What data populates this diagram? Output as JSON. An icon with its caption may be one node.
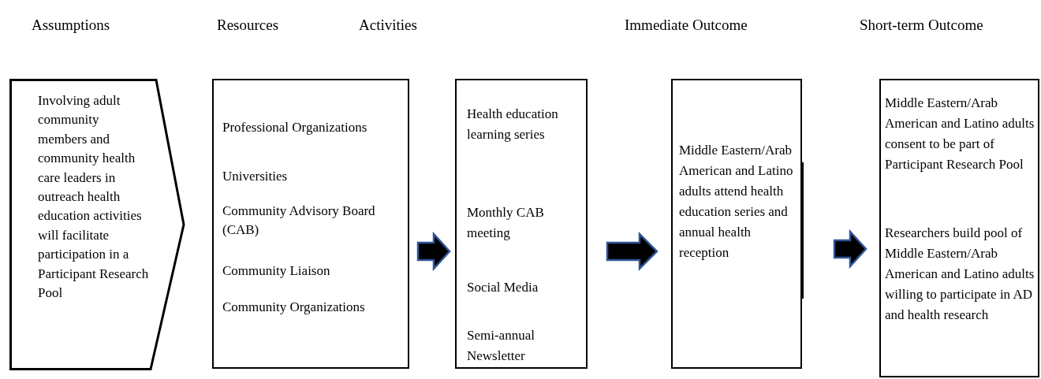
{
  "diagram": {
    "nodes": [
      {
        "text": [
          "Involving adult community members and community health care leaders in outreach health education activities will facilitate participation in a Participant Research Pool"
        ]
      },
      {
        "text": [
          "Professional Organizations",
          "Universities",
          "Community Advisory Board (CAB)",
          "Community Liaison",
          "Community Organizations"
        ]
      },
      {
        "text": [
          "Health education learning series",
          "Monthly CAB meeting",
          "Social Media",
          "Semi-annual Newsletter"
        ]
      },
      {
        "text": [
          "Middle Eastern/Arab American and Latino adults attend  health education series and annual health reception"
        ]
      },
      {
        "text": [
          "Middle Eastern/Arab American and Latino adults consent to be part of Participant Research Pool",
          "Researchers build pool of Middle Eastern/Arab American and Latino adults willing to participate in AD and health research"
        ]
      }
    ],
    "edges": [
      {
        "from": 1,
        "to": 2,
        "arrow": "to",
        "style": "thick"
      },
      {
        "from": 2,
        "to": 3,
        "arrow": "to",
        "style": "thick"
      },
      {
        "from": 3,
        "to": 4,
        "arrow": "to",
        "style": "thick"
      }
    ],
    "labels": [
      "Assumptions",
      "Resources",
      "Activities",
      "Immediate Outcome",
      "Short-term Outcome"
    ]
  }
}
